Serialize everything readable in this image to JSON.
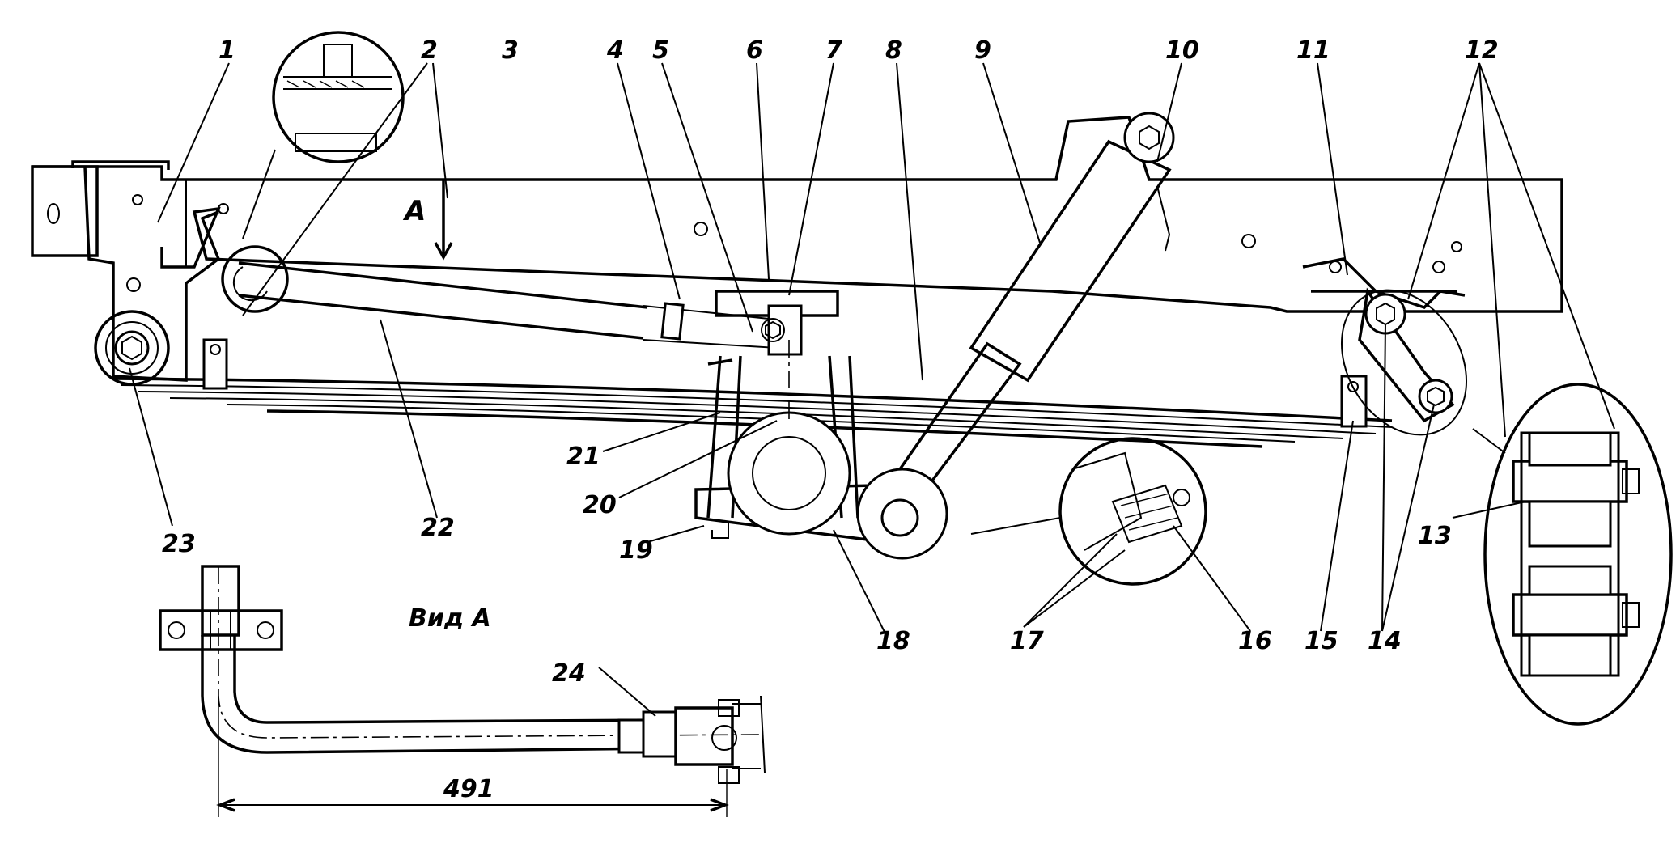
{
  "callouts": {
    "c1": "1",
    "c2": "2",
    "c3": "3",
    "c4": "4",
    "c5": "5",
    "c6": "6",
    "c7": "7",
    "c8": "8",
    "c9": "9",
    "c10": "10",
    "c11": "11",
    "c12": "12",
    "c13": "13",
    "c14": "14",
    "c15": "15",
    "c16": "16",
    "c17": "17",
    "c18": "18",
    "c19": "19",
    "c20": "20",
    "c21": "21",
    "c22": "22",
    "c23": "23",
    "c24": "24"
  },
  "view_arrow_label": "A",
  "view_title": "Вид А",
  "dimension": "491"
}
